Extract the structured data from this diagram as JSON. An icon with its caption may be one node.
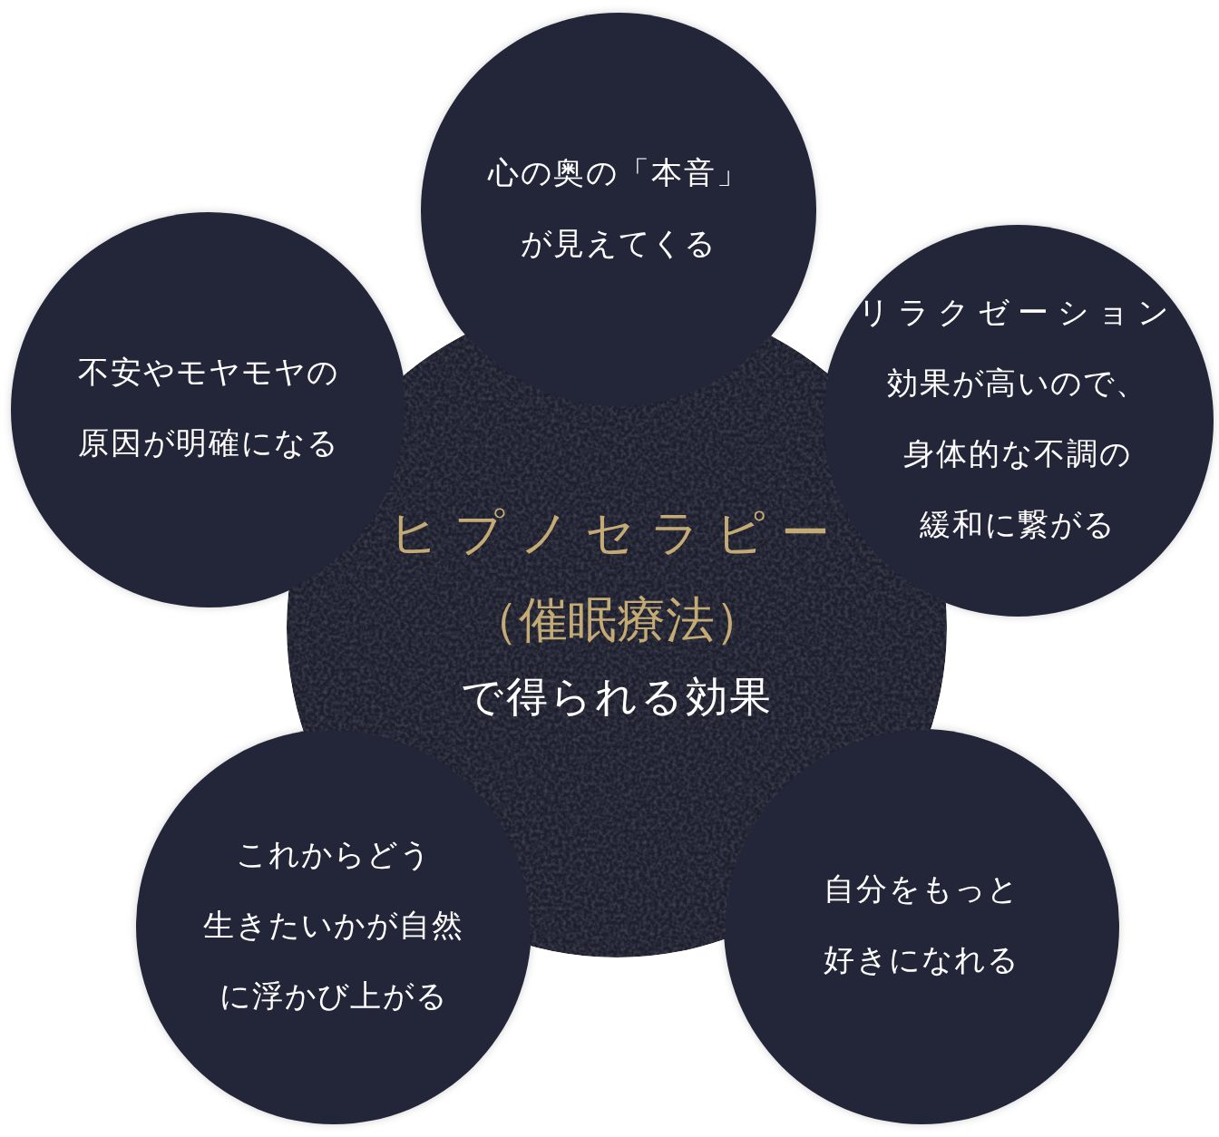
{
  "diagram": {
    "nodes": [
      {
        "text": [
          "心の奥の「本音」が見えてくる"
        ]
      },
      {
        "text": [
          "不安やモヤモヤの原因が明確になる"
        ]
      },
      {
        "text": [
          "リラクゼーション効果が高いので、身体的な不調の緩和に繋がる"
        ]
      },
      {
        "text": [
          "ヒプノセラピー（催眠療法）",
          "で得られる効果"
        ]
      },
      {
        "text": [
          "これからどう生きたいかが自然に浮かび上がる"
        ]
      },
      {
        "text": [
          "自分をもっと好きになれる"
        ]
      }
    ]
  }
}
